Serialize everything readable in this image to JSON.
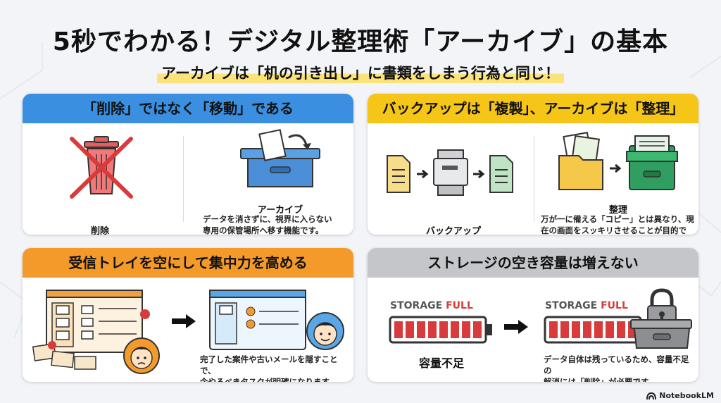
{
  "title": "5秒でわかる！デジタル整理術「アーカイブ」の基本",
  "subtitle": "アーカイブは「机の引き出し」に書類をしまう行為と同じ！",
  "cards": {
    "c1": {
      "header": "「削除」ではなく「移動」である",
      "header_color": "#3b8fe0",
      "left_label": "削除",
      "right_title": "アーカイブ",
      "right_desc_1": "データを消さずに、視界に入らない",
      "right_desc_2": "専用の保管場所へ移す機能です。"
    },
    "c2": {
      "header": "バックアップは「複製」、アーカイブは「整理」",
      "header_color": "#f5c518",
      "left_label": "バックアップ",
      "right_title": "整理",
      "right_desc_1": "万が一に備える「コピー」とは異なり、現",
      "right_desc_2": "在の画面をスッキリさせることが目的です。"
    },
    "c3": {
      "header": "受信トレイを空にして集中力を高める",
      "header_color": "#f39a2b",
      "desc_1": "完了した案件や古いメールを隠すことで、",
      "desc_2": "今やるべきタスクが明確になります。"
    },
    "c4": {
      "header": "ストレージの空き容量は増えない",
      "header_color": "#c4c6ca",
      "storage_word": "STORAGE",
      "full_word": "FULL",
      "shortage": "容量不足",
      "desc_1": "データ自体は残っているため、容量不足の",
      "desc_2": "解消には「削除」が必要です。"
    }
  },
  "footer": "NotebookLM"
}
